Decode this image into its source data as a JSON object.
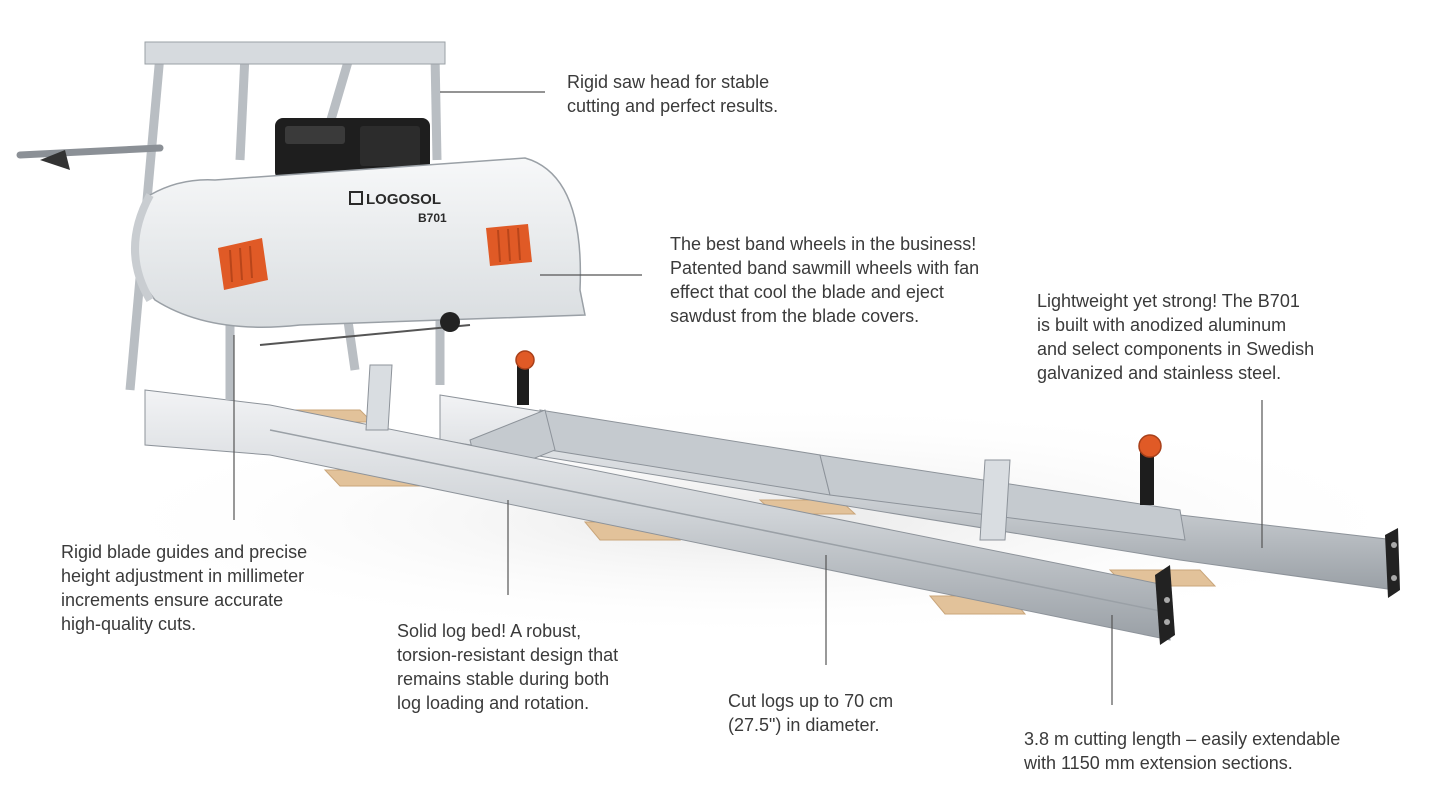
{
  "brand": {
    "logo_text": "LOGOSOL",
    "model": "B701"
  },
  "annotations": {
    "saw_head": [
      "Rigid saw head for stable",
      "cutting and perfect results."
    ],
    "band_wheels": [
      "The best band wheels in the business!",
      "Patented band sawmill wheels with fan",
      "effect that cool the blade and eject",
      "sawdust from the blade covers."
    ],
    "lightweight": [
      "Lightweight yet strong! The B701",
      "is built with anodized aluminum",
      "and select components in Swedish",
      "galvanized and stainless steel."
    ],
    "blade_guides": [
      "Rigid blade guides and precise",
      "height adjustment in millimeter",
      "increments ensure accurate",
      "high-quality cuts."
    ],
    "log_bed": [
      "Solid log bed! A robust,",
      "torsion-resistant design that",
      "remains stable during both",
      "log loading and rotation."
    ],
    "cut_logs": [
      "Cut logs up to 70 cm",
      "(27.5\") in diameter."
    ],
    "cutting_length": [
      "3.8 m cutting length – easily extendable",
      "with 1150 mm extension sections."
    ]
  },
  "colors": {
    "aluminum": "#d4d8dc",
    "cover": "#eef0f2",
    "orange": "#e05a26",
    "engine": "#1e1e1e",
    "wood": "#e2c29a",
    "text": "#3a3a3a"
  }
}
